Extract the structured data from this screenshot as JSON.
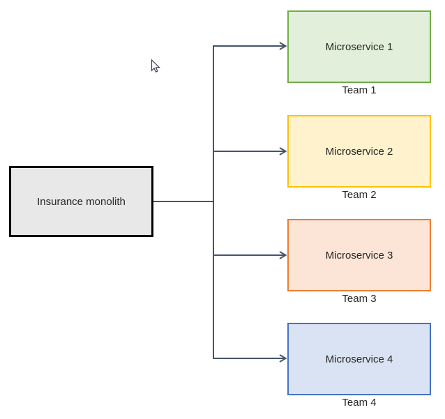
{
  "diagram": {
    "background_color": "#ffffff",
    "text_color": "#262626",
    "connector_color": "#44546a",
    "source_node": {
      "label": "Insurance monolith",
      "fill_color": "#e8e8e8",
      "border_color": "#000000"
    },
    "target_nodes": [
      {
        "label": "Microservice 1",
        "team": "Team 1",
        "fill_color": "#e2efda",
        "border_color": "#70ad47"
      },
      {
        "label": "Microservice 2",
        "team": "Team 2",
        "fill_color": "#fff2cc",
        "border_color": "#ffc000"
      },
      {
        "label": "Microservice 3",
        "team": "Team 3",
        "fill_color": "#fce4d6",
        "border_color": "#ed7d31"
      },
      {
        "label": "Microservice 4",
        "team": "Team 4",
        "fill_color": "#dae3f3",
        "border_color": "#4472c4"
      }
    ],
    "cursor_icon": "arrow-pointer"
  }
}
